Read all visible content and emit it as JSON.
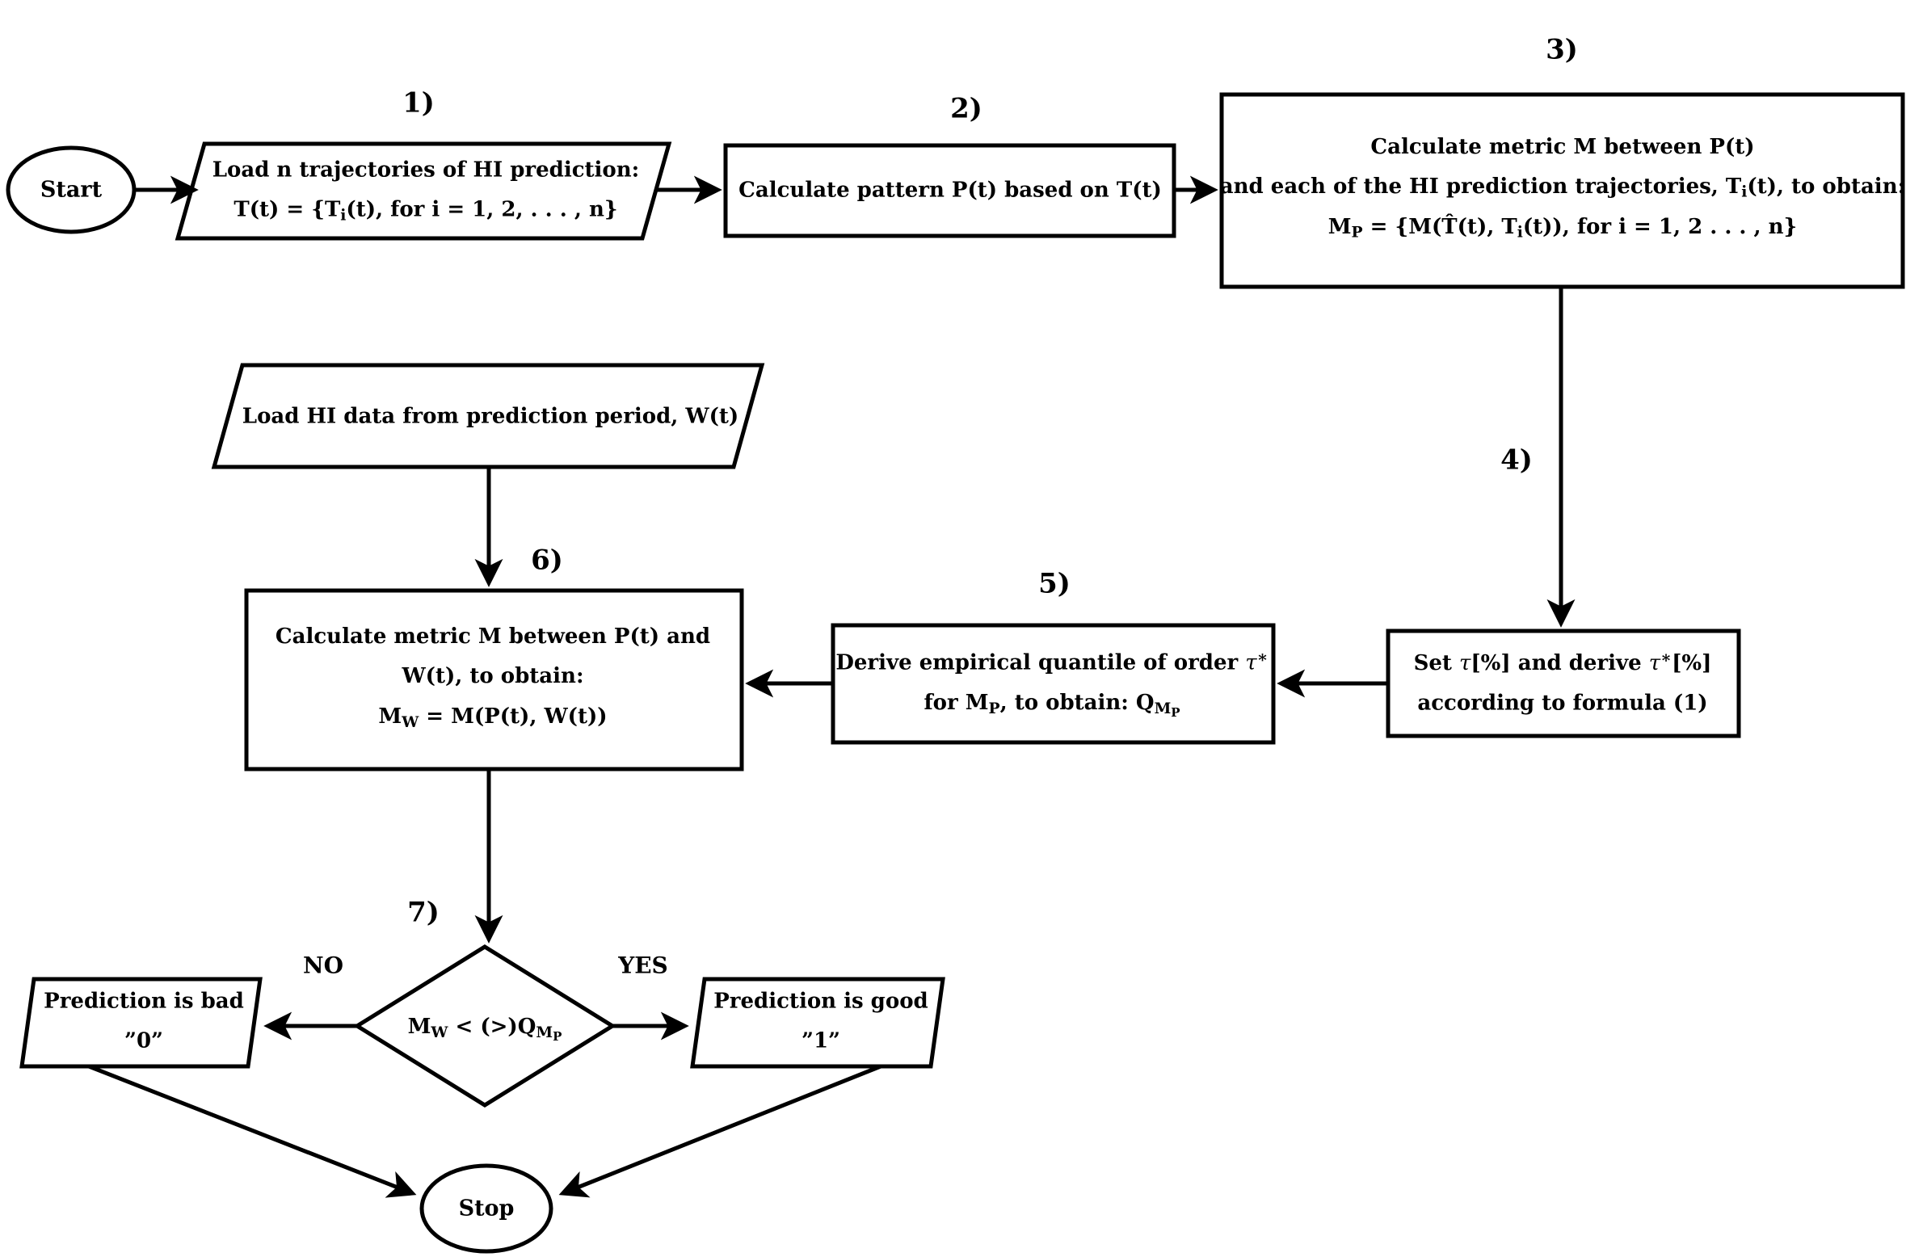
{
  "diagram": {
    "title": "Health-index prediction quality assessment flowchart",
    "type": "flowchart",
    "background_color": "#ffffff",
    "line_color": "#000000",
    "nodes": [
      {
        "id": "start",
        "shape": "ellipse",
        "label": "Start"
      },
      {
        "id": "step1",
        "shape": "parallelogram",
        "step": "1)",
        "lines": [
          "Load n trajectories of HI prediction:",
          "T(t) = {Ti(t), for i = 1, 2, . . . , n}"
        ]
      },
      {
        "id": "step2",
        "shape": "rectangle",
        "step": "2)",
        "lines": [
          "Calculate pattern P(t) based on T(t)"
        ]
      },
      {
        "id": "step3",
        "shape": "rectangle",
        "step": "3)",
        "lines": [
          "Calculate metric M between P(t)",
          "and each of the HI prediction trajectories, Ti(t), to obtain:",
          "MP = {M(T̂(t), Ti(t)), for i = 1, 2 . . . , n}"
        ]
      },
      {
        "id": "step4",
        "shape": "rectangle",
        "step": "4)",
        "lines": [
          "Set τ[%] and derive τ*[%]",
          "according to formula (1)"
        ]
      },
      {
        "id": "step5",
        "shape": "rectangle",
        "step": "5)",
        "lines": [
          "Derive empirical quantile of order τ*",
          "for MP, to obtain: QMP"
        ]
      },
      {
        "id": "loadw",
        "shape": "parallelogram",
        "step": "",
        "lines": [
          "Load HI data from prediction period, W(t)"
        ]
      },
      {
        "id": "step6",
        "shape": "rectangle",
        "step": "6)",
        "lines": [
          "Calculate metric M between P(t) and",
          "W(t), to obtain:",
          "MW = M(P(t), W(t))"
        ]
      },
      {
        "id": "step7",
        "shape": "diamond",
        "step": "7)",
        "lines": [
          "MW < (>)QMP"
        ]
      },
      {
        "id": "bad",
        "shape": "parallelogram",
        "lines": [
          "Prediction is bad",
          "\"0\""
        ]
      },
      {
        "id": "good",
        "shape": "parallelogram",
        "lines": [
          "Prediction is good",
          "\"1\""
        ]
      },
      {
        "id": "stop",
        "shape": "ellipse",
        "label": "Stop"
      }
    ],
    "branch_labels": {
      "no": "NO",
      "yes": "YES"
    },
    "step_numbers": [
      "1)",
      "2)",
      "3)",
      "4)",
      "5)",
      "6)",
      "7)"
    ],
    "symbols": {
      "tau": "τ",
      "tau_star": "τ*",
      "percent": "[%]",
      "hat_T": "T̂(t)",
      "M_P": "MP",
      "M_W": "MW",
      "Q_MP": "QMP"
    }
  }
}
